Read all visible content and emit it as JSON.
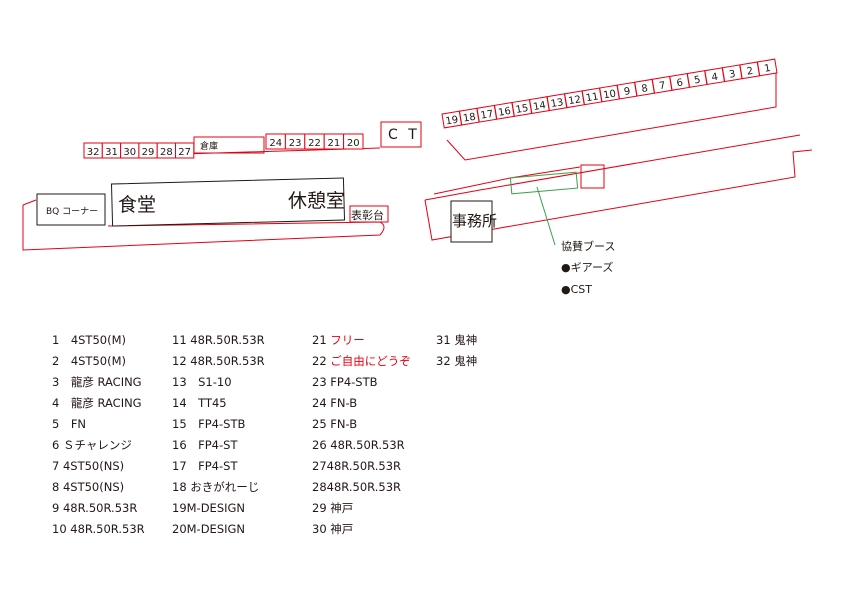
{
  "map": {
    "upper_right_pits": [
      "19",
      "18",
      "17",
      "16",
      "15",
      "14",
      "13",
      "12",
      "11",
      "10",
      "9",
      "8",
      "7",
      "6",
      "5",
      "4",
      "3",
      "2",
      "1"
    ],
    "lower_right_pits": [
      "24",
      "23",
      "22",
      "21",
      "20"
    ],
    "left_pits": [
      "32",
      "31",
      "30",
      "29",
      "28",
      "27"
    ],
    "warehouse": "倉庫",
    "control_tower": "C T",
    "bbq": "BQ コーナー",
    "dining": "食堂",
    "lounge": "休憩室",
    "podium": "表彰台",
    "office": "事務所",
    "sponsor_booth": {
      "title": "協賛ブース",
      "items": [
        "●ギアーズ",
        "●CST"
      ]
    }
  },
  "pit_list": {
    "col1": [
      "1　4ST50(M)",
      "2　4ST50(M)",
      "3　龍彦 RACING",
      "4　龍彦 RACING",
      "5　FN",
      "6 Ｓチャレンジ",
      "7 4ST50(NS)",
      "8 4ST50(NS)",
      "9 48R.50R.53R",
      "10 48R.50R.53R"
    ],
    "col2": [
      "11 48R.50R.53R",
      "12 48R.50R.53R",
      "13　S1-10",
      "14　TT45",
      "15　FP4-STB",
      "16　FP4-ST",
      "17　FP4-ST",
      "18 おきがれーじ",
      "19M-DESIGN",
      "20M-DESIGN"
    ],
    "col3_21_num": "21",
    "col3_21_text": "フリー",
    "col3_22_num": "22",
    "col3_22_text": "ご自由にどうぞ",
    "col3": [
      "23 FP4-STB",
      "24 FN-B",
      "25 FN-B",
      "26 48R.50R.53R",
      "2748R.50R.53R",
      "2848R.50R.53R",
      "29 神戸",
      "30 神戸"
    ],
    "col4": [
      "31 鬼神",
      "32 鬼神"
    ]
  },
  "colors": {
    "track": "#e60012",
    "buildings": "#231815",
    "booth": "#3aa14a"
  }
}
